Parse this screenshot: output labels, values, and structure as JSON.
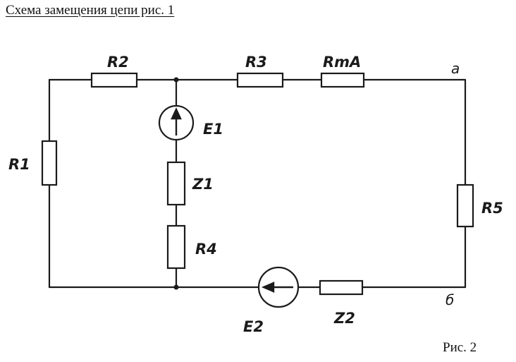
{
  "heading": "Схема замещения цепи рис. 1",
  "figure_caption": "Рис. 2",
  "components": {
    "r1": "R1",
    "r2": "R2",
    "r3": "R3",
    "rma": "RmA",
    "r4": "R4",
    "r5": "R5",
    "z1": "Z1",
    "z2": "Z2",
    "e1": "E1",
    "e2": "E2"
  },
  "nodes": {
    "a": "a",
    "b": "б"
  }
}
